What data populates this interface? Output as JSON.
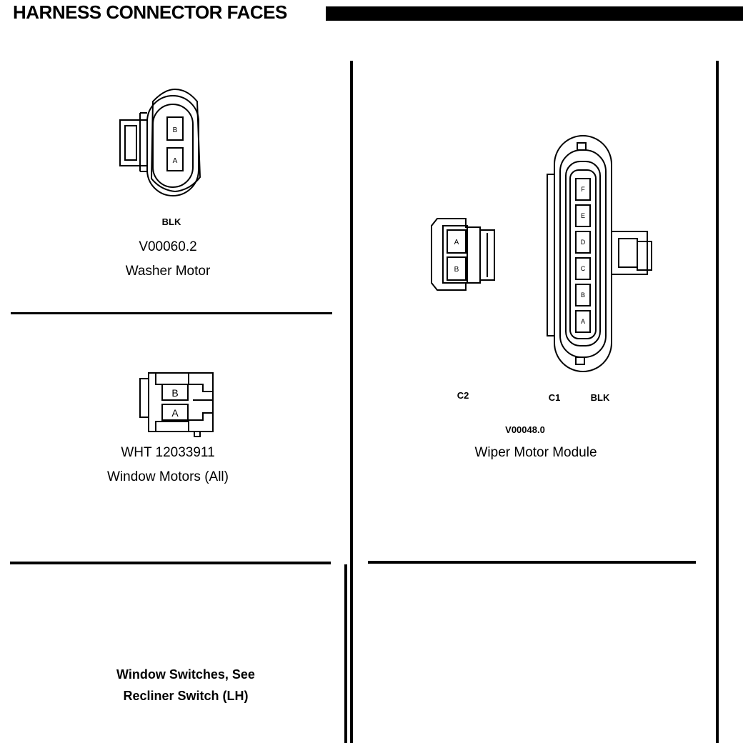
{
  "page": {
    "title": "HARNESS CONNECTOR FACES"
  },
  "washer_motor": {
    "color": "BLK",
    "part": "V00060.2",
    "name": "Washer Motor",
    "pins": [
      "B",
      "A"
    ]
  },
  "window_motors": {
    "part": "WHT 12033911",
    "name": "Window Motors (All)",
    "pins": [
      "B",
      "A"
    ]
  },
  "wiper_motor": {
    "c2_label": "C2",
    "c1_label": "C1",
    "c1_color": "BLK",
    "part": "V00048.0",
    "name": "Wiper Motor Module",
    "c2_pins": [
      "A",
      "B"
    ],
    "c1_pins": [
      "F",
      "E",
      "D",
      "C",
      "B",
      "A"
    ]
  },
  "window_switches": {
    "line1": "Window Switches, See",
    "line2": "Recliner Switch (LH)"
  }
}
